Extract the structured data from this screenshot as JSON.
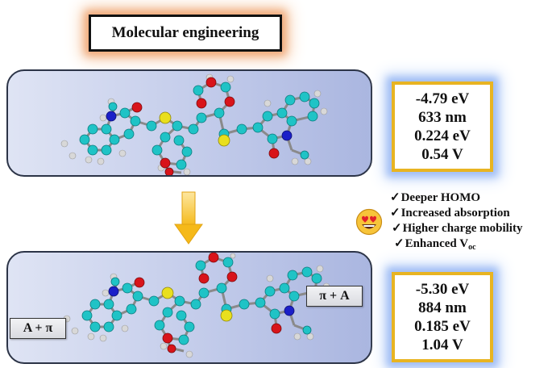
{
  "title": "Molecular engineering",
  "top_properties": [
    "-4.79 eV",
    "633 nm",
    "0.224 eV",
    "0.54 V"
  ],
  "bottom_properties": [
    "-5.30 eV",
    "884 nm",
    "0.185 eV",
    "1.04 V"
  ],
  "improvements": {
    "mark": "✓",
    "items": [
      "Deeper HOMO",
      "Increased absorption",
      "Higher charge mobility"
    ],
    "voc_prefix": "Enhanced V",
    "voc_sub": "oc"
  },
  "labels": {
    "left": "A + π",
    "right": "π + A"
  },
  "colors": {
    "carbon": "#1fc3c6",
    "oxygen": "#d8141a",
    "nitrogen": "#1b1fc8",
    "sulfur": "#e9df1d",
    "hydrogen": "#d8d8d8",
    "accent_box": "#e8b422",
    "arrow": "#f5b919"
  }
}
